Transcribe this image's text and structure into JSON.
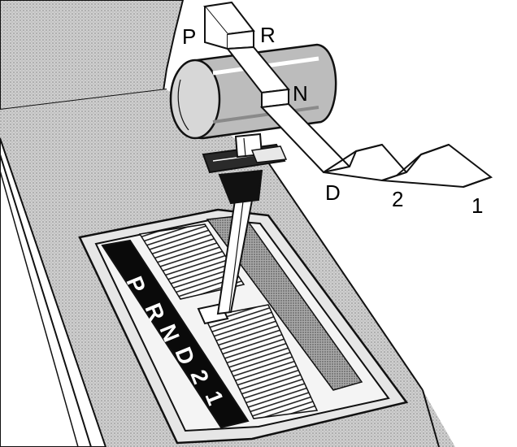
{
  "gate_pattern": {
    "positions": [
      "P",
      "R",
      "N",
      "D",
      "2",
      "1"
    ]
  },
  "indicator_strip": {
    "labels": [
      "P",
      "R",
      "N",
      "D",
      "2",
      "1"
    ]
  },
  "colors": {
    "line": "#111111",
    "light_gray": "#d9d9d9",
    "mid_gray": "#bdbdbd",
    "dark_gray": "#8f8f8f",
    "strip": "#0a0a0a",
    "paper": "#ffffff"
  }
}
